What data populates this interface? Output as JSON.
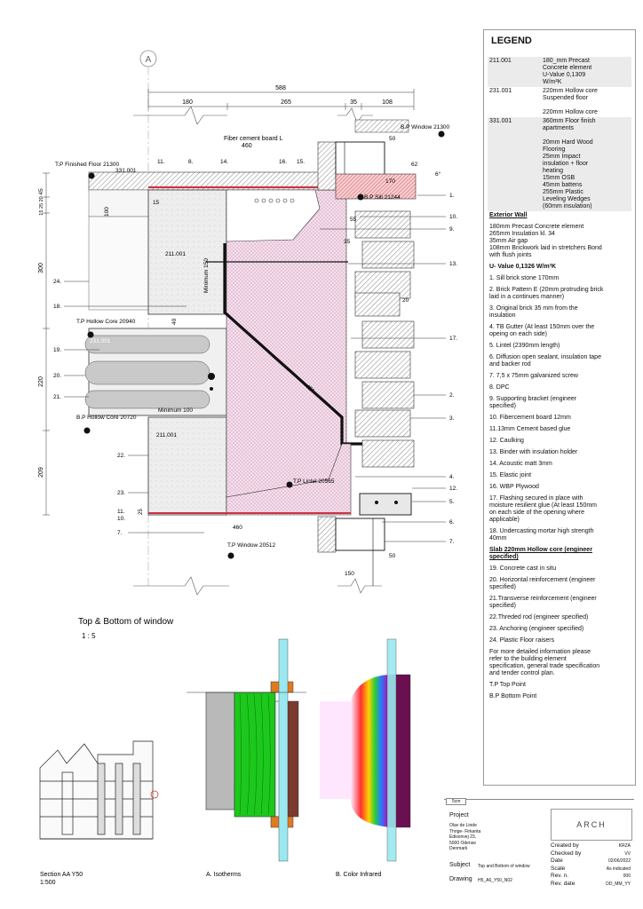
{
  "main_detail": {
    "grid_marker": "A",
    "dims_top": {
      "overall": "588",
      "left": "180",
      "middle": "265",
      "gap": "35",
      "right": "108"
    },
    "dims_left": [
      "45",
      "15 25 20",
      "300",
      "220",
      "209"
    ],
    "labels": {
      "fiber_board": "Fiber cement board L",
      "fiber_board_dim": "460",
      "tp_finished_floor": "T.P Finished Floor 21300",
      "code_331": "331.001",
      "bp_window_top": "B.P Window 21300",
      "bp_sill": "B.P Sill 21244",
      "code_211_top": "211.001",
      "minimum_150": "Minimum\n150",
      "tp_hollow_core": "T.P Hollow Core 20940",
      "code_231": "231.001",
      "bp_hollow_core": "B.P Hollow Core 20720",
      "minimum_100": "Minimum\n100",
      "code_211_bottom": "211.001",
      "tp_lintel": "T.P Lintel 20565",
      "tp_window_bottom": "T.P Window 20512",
      "angle": "45°",
      "angle6": "6°",
      "d50_top": "50",
      "d62": "62",
      "d170": "170",
      "d55": "55",
      "d35": "35",
      "d20": "20",
      "d100": "100",
      "d40": "40",
      "d15": "15",
      "d25": "25",
      "d460_bottom": "460",
      "d50_bottom": "50",
      "d150": "150"
    },
    "left_callouts": [
      "11.",
      "8.",
      "14.",
      "16.",
      "15.",
      "24.",
      "18.",
      "19.",
      "20.",
      "21.",
      "22.",
      "23.",
      "11.",
      "10.",
      "7."
    ],
    "right_callouts": [
      "1.",
      "10.",
      "9.",
      "13.",
      "17.",
      "2.",
      "3.",
      "4.",
      "12.",
      "5.",
      "6.",
      "7."
    ]
  },
  "titles": {
    "view_title": "Top & Bottom of window",
    "view_scale": "1 : 5",
    "section_caption": "Section AA Y50",
    "section_scale": "1:500",
    "isotherm_caption": "A. Isotherms",
    "infrared_caption": "B. Color Infrared"
  },
  "legend": {
    "title": "LEGEND",
    "items": [
      {
        "code": "211.001",
        "desc": "180_mm Precast\nConcrete element\nU-Value 0,1309\nW/m²K",
        "shaded": true
      },
      {
        "code": "231.001",
        "desc": "220mm Hollow core\nSuspended floor\n\n220mm Hollow core",
        "shaded": false
      },
      {
        "code": "331.001",
        "desc": "360mm Floor finish\napartments\n\n20mm Hard Wood\nFlooring\n25mm Impact\ninsulation + floor\nheating\n15mm OSB\n45mm battens\n255mm Plastic\nLeveling Wedges\n(60mm insulation)",
        "shaded": true
      }
    ],
    "exterior_wall_heading": "Exterior Wall",
    "exterior_wall_desc": "180mm Precast Concrete element\n265mm Insulation kl. 34\n35mm Air gap\n108mm Brickwork laid in stretchers Bond\nwith flush joints",
    "u_value": "U- Value 0,1326 W/m²K",
    "notes_a": [
      "1. Sill brick stone 170mm",
      "2. Brick Pattern E (20mm protruding brick\nlaid in a continues manner)",
      "3. Original brick 35 mm from the\ninsulation",
      "4.  TB Gutter (At least 150mm over the\nopeing on each side)",
      "5. Lintel (2390mm length)",
      "6. Diffusion open sealant, insulation tape\nand backer rod",
      "7. 7,5 x 75mm galvanized screw",
      "8. DPC",
      "9. Supporting bracket (engineer\nspecified)",
      "10. Fibercement board 12mm",
      "11.13mm Cement based glue",
      "12. Caulking",
      "13. Binder with insulation holder",
      "14. Acoustic matt 3mm",
      "15. Elastic joint",
      "16. WBP Plywood",
      "17. Flashing secured in place with\nmoisture resilient glue  (At least 150mm\non each side of the opening where\napplicable)",
      "18. Undercasting mortar high strength\n40mm"
    ],
    "slab_heading": "Slab 220mm Hollow core (engineer\nspecified)",
    "notes_b": [
      "19. Concrete cast in situ",
      "20. Horizontal reinforcement (engineer\nspecified)",
      "21.Transverse reinforcement (engineer\nspecified)",
      "22.Threded rod (engineer specified)",
      "23. Anchoring (engineer specified)",
      "24. Plastic Floor raisers"
    ],
    "footer": "For more detailed information please\nrefer to the building element\nspecification, general trade specification\nand tender control plan.",
    "tp_def": "T.P Top Point",
    "bp_def": "B.P Bottom Point"
  },
  "title_block": {
    "sheet_tab": "5cm",
    "project_label": "Project",
    "project_lines": [
      "Olav de Linde",
      "Thrige- Firkanta",
      "Edisonvej 23,",
      "5000 Odense",
      "Denmark"
    ],
    "logo": "ARCH",
    "created_by_label": "Created by",
    "created_by": "KRZA",
    "checked_by_label": "Checked by",
    "checked_by": "VV",
    "date_label": "Date",
    "date": "02/06/2022",
    "scale_label": "Scale",
    "scale": "As indicated",
    "rev_n_label": "Rev. n.",
    "rev_n": "000",
    "rev_date_label": "Rev. date",
    "rev_date": "DD_MM_YY",
    "subject_label": "Subject",
    "subject": "Top and Bottom of window",
    "drawing_label": "Drawing",
    "drawing": "H5_A6_Y50_N02"
  },
  "colors": {
    "insulation_fill": "#e8d6e6",
    "hatch": "#cc3344",
    "isotherm_green": "#18c018",
    "brick_brown": "#7a3a30",
    "glass_cyan": "#9be8f0",
    "orange": "#e07a20"
  }
}
